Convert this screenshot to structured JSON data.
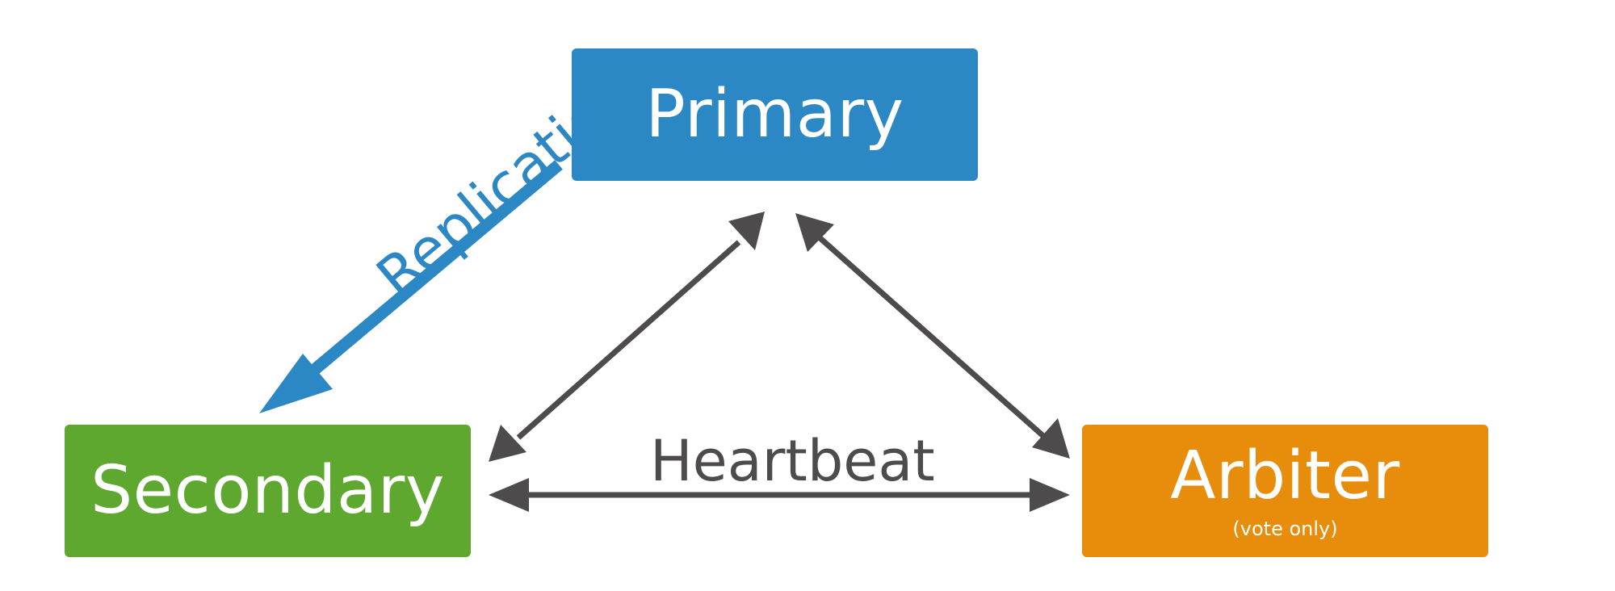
{
  "nodes": {
    "primary": {
      "label": "Primary",
      "color": "#2c87c5"
    },
    "secondary": {
      "label": "Secondary",
      "color": "#5ea830"
    },
    "arbiter": {
      "label": "Arbiter",
      "sublabel": "(vote only)",
      "color": "#e88c0b"
    }
  },
  "edges": {
    "replication": {
      "label": "Replication",
      "from": "primary",
      "to": "secondary",
      "color": "#2c87c5"
    },
    "heartbeat": {
      "label": "Heartbeat",
      "between": [
        "secondary",
        "arbiter"
      ],
      "color": "#4d4b4c"
    },
    "primary_secondary": {
      "between": [
        "primary",
        "secondary"
      ],
      "color": "#4d4b4c"
    },
    "primary_arbiter": {
      "between": [
        "primary",
        "arbiter"
      ],
      "color": "#4d4b4c"
    }
  }
}
